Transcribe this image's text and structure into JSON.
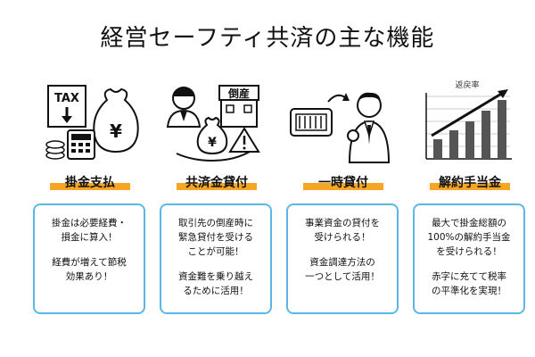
{
  "title": "経営セーフティ共済の主な機能",
  "columns": [
    {
      "heading": "掛金支払",
      "icon": "tax-money-bag-calculator-icon",
      "illus_text": "TAX",
      "card_lines": [
        "掛金は必要経費・\n損金に算入！",
        "経費が増えて節税\n効果あり！"
      ]
    },
    {
      "heading": "共済金貸付",
      "icon": "bankruptcy-loan-icon",
      "illus_text": "倒産",
      "card_lines": [
        "取引先の倒産時に\n緊急貸付を受ける\nことが可能！",
        "資金難を乗り越え\nるために活用！"
      ]
    },
    {
      "heading": "一時貸付",
      "icon": "cash-box-businessman-icon",
      "illus_text": "",
      "card_lines": [
        "事業資金の貸付を\n受けられる！",
        "資金調達方法の\n一つとして活用！"
      ]
    },
    {
      "heading": "解約手当金",
      "icon": "refund-rate-chart-icon",
      "illus_text": "返戻率",
      "card_lines": [
        "最大で掛金総額の\n100%の解約手当金\nを受けられる！",
        "赤字に充てて税率\nの平準化を実現！"
      ]
    }
  ],
  "colors": {
    "accent_underline": "#f5a623",
    "card_border": "#5bb8e6"
  }
}
